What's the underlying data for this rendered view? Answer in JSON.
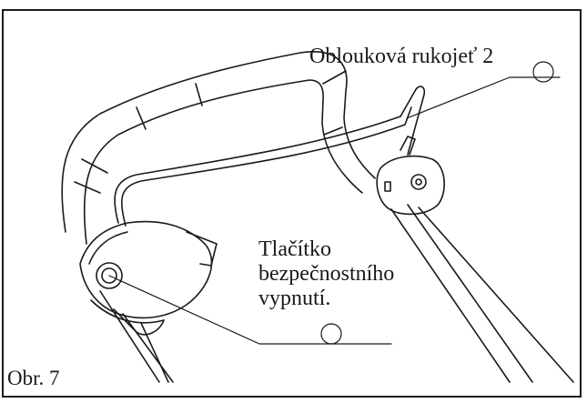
{
  "figure": {
    "number": "Obr. 7"
  },
  "callouts": {
    "handle": "Oblouková rukojeť 2",
    "safety_button": [
      "Tlačítko",
      "bezpečnostního",
      "vypnutí."
    ]
  },
  "colors": {
    "line": "#1a1a1a",
    "background": "#ffffff"
  }
}
